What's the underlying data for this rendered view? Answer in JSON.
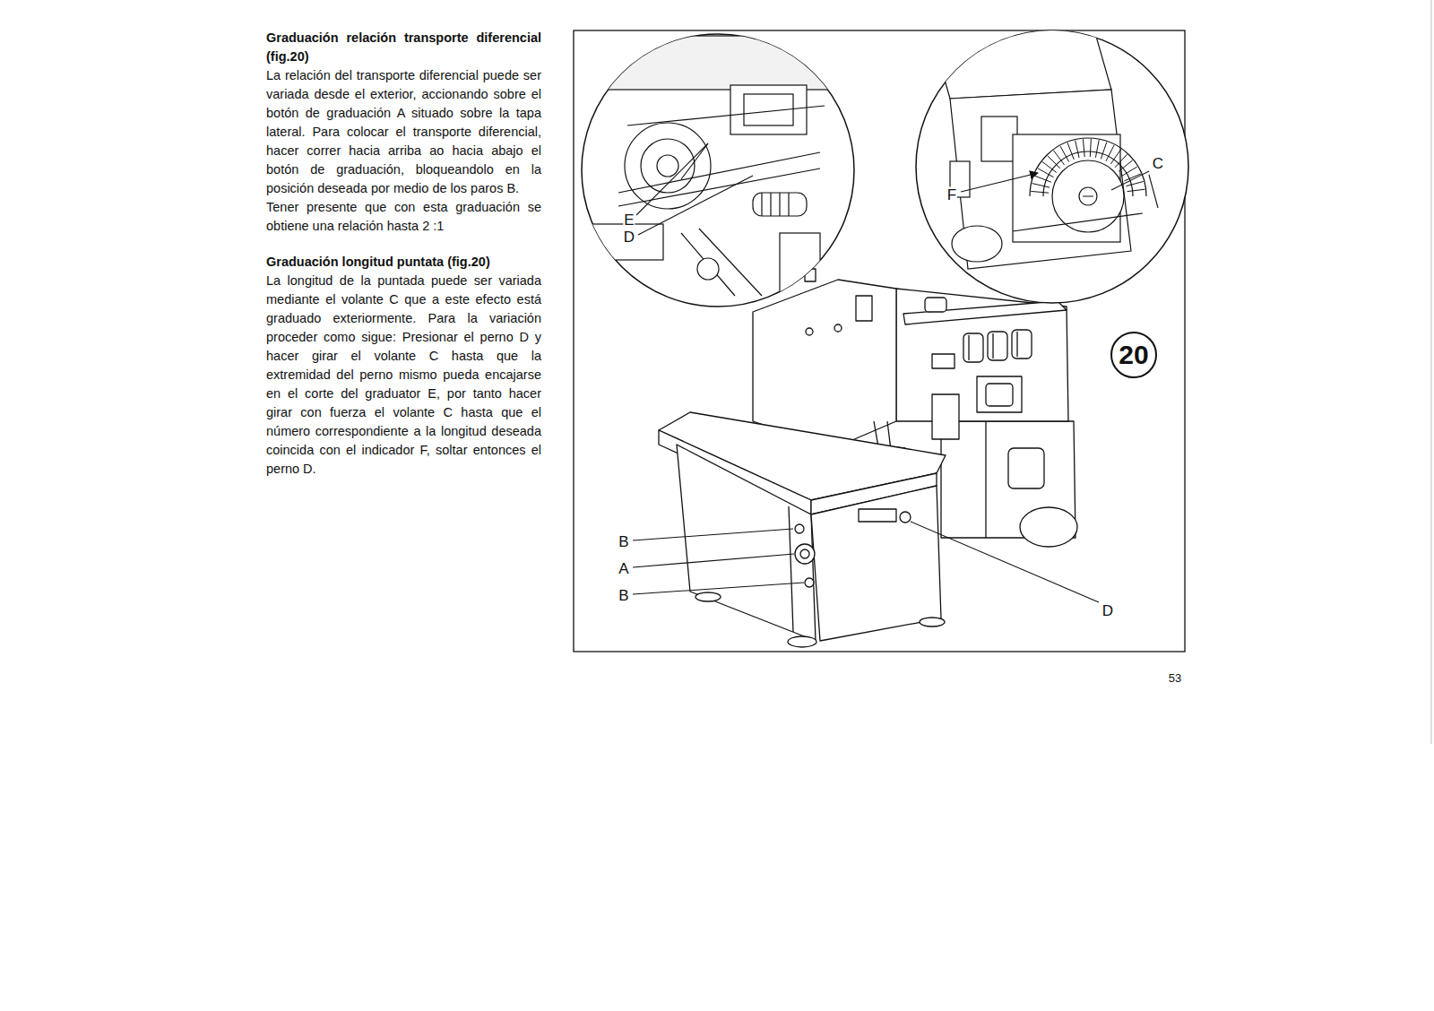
{
  "diagram": {
    "nodes": [
      {
        "text": [
          "20"
        ]
      }
    ],
    "labels": [
      "Graduación relación transporte diferencial (fig.20)",
      "La relación del transporte diferencial puede ser variada desde el exterior, accionando sobre el botón de graduación A situado sobre la tapa lateral. Para colocar el transporte diferencial, hacer correr hacia arriba ao hacia abajo el botón de graduación, bloqueandolo en la posición deseada por medio de los paros B.",
      "Tener presente que con esta graduación se obtiene una relación hasta 2 :1",
      "Graduación longitud puntata (fig.20)",
      "La longitud de la puntada puede ser variada mediante el volante C que a este efecto está graduado exteriormente. Para la variación proceder como sigue: Presionar el perno D y hacer girar el volante C hasta que la extremidad del perno mismo pueda encajarse en el corte del graduator E, por tanto hacer girar con fuerza el volante C hasta que el número correspondiente a la longitud deseada coincida con el indicador F, soltar entonces el perno D.",
      "B",
      "A",
      "B",
      "D",
      "C",
      "F",
      "E",
      "D",
      "53"
    ]
  }
}
